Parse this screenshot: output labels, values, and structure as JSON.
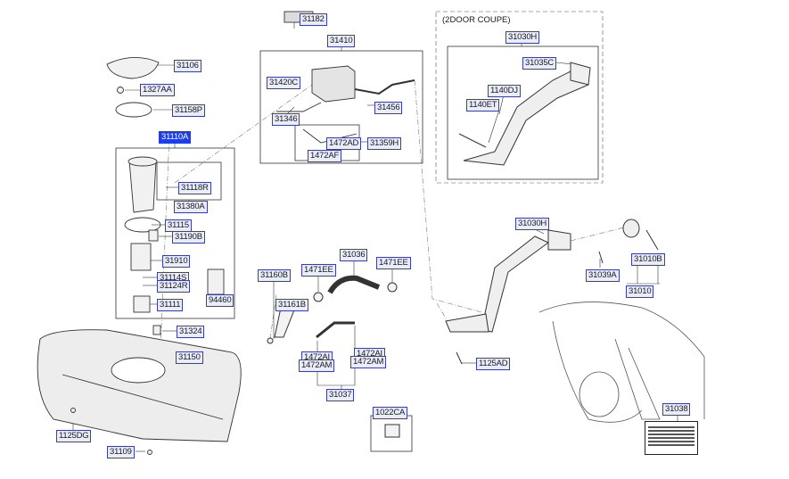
{
  "panel_title": "(2DOOR COUPE)",
  "labels": {
    "p31182": "31182",
    "p31410": "31410",
    "p31420C": "31420C",
    "p31456": "31456",
    "p31346": "31346",
    "p1472AD": "1472AD",
    "p31359H": "31359H",
    "p1472AF": "1472AF",
    "p31106": "31106",
    "p1327AA": "1327AA",
    "p31158P": "31158P",
    "p31110A": "31110A",
    "p31118R": "31118R",
    "p31380A": "31380A",
    "p31115": "31115",
    "p31190B": "31190B",
    "p31910": "31910",
    "p31114S": "31114S",
    "p31124R": "31124R",
    "p94460": "94460",
    "p31111": "31111",
    "p31324": "31324",
    "p31150": "31150",
    "p1125DG": "1125DG",
    "p31109": "31109",
    "p31160B": "31160B",
    "p31161B": "31161B",
    "p1471EE_a": "1471EE",
    "p31036": "31036",
    "p1471EE_b": "1471EE",
    "p1472AI_a": "1472AI",
    "p1472AM_a": "1472AM",
    "p1472AI_b": "1472AI",
    "p1472AM_b": "1472AM",
    "p31037": "31037",
    "p1022CA": "1022CA",
    "p31030H_top": "31030H",
    "p31035C": "31035C",
    "p1140DJ": "1140DJ",
    "p1140ET": "1140ET",
    "p31030H": "31030H",
    "p31039A": "31039A",
    "p31010B": "31010B",
    "p31010": "31010",
    "p1125AD": "1125AD",
    "p31038": "31038"
  }
}
